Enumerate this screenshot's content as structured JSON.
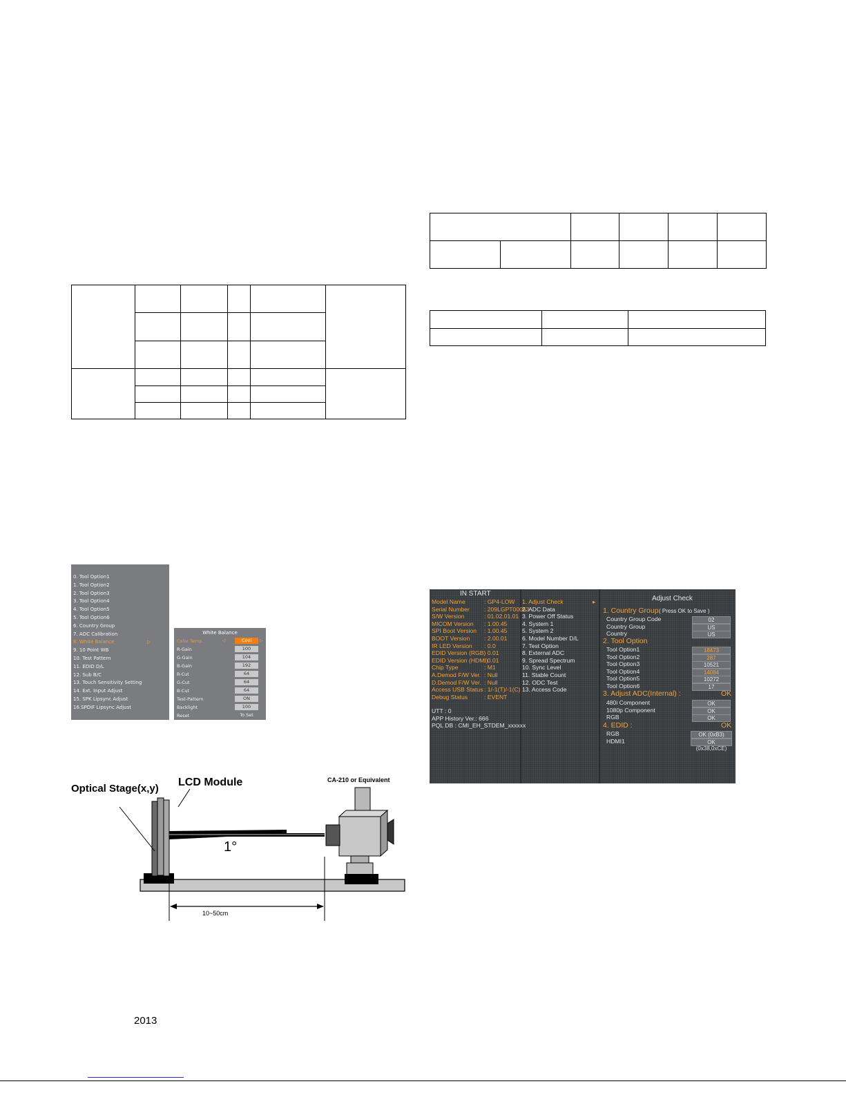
{
  "page": {
    "year": "2013"
  },
  "service_menu": {
    "items": [
      "0. Tool Option1",
      "1. Tool Option2",
      "2. Tool Option3",
      "3. Tool Option4",
      "4. Tool Option5",
      "5. Tool Option6",
      "6. Country Group",
      "7. ADC Calibration",
      "8. White Balance",
      "9. 10 Point WB",
      "10. Test Pattern",
      "11. EDID D/L",
      "12. Sub B/C",
      "13. Touch Sensitivity Setting",
      "14. Ext. Input Adjust",
      "15. SPK Lipsync Adjust",
      "16.SPDIF Lipsync Adjust"
    ],
    "selected_arrow": "▷"
  },
  "white_balance": {
    "title": "White Balance",
    "rows": [
      {
        "label": "Color Temp.",
        "value": "Cool"
      },
      {
        "label": "R-Gain",
        "value": "100"
      },
      {
        "label": "G-Gain",
        "value": "104"
      },
      {
        "label": "B-Gain",
        "value": "192"
      },
      {
        "label": "R-Cut",
        "value": "64"
      },
      {
        "label": "G-Cut",
        "value": "64"
      },
      {
        "label": "B-Cut",
        "value": "64"
      },
      {
        "label": "Test-Pattern",
        "value": "ON"
      },
      {
        "label": "Backlight",
        "value": "100"
      },
      {
        "label": "Reset",
        "value": "To Set"
      }
    ],
    "left_arrow": "◁",
    "right_arrow": "▷"
  },
  "diagram": {
    "optical_stage": "Optical Stage(x,y)",
    "lcd_module": "LCD Module",
    "meter": "CA-210 or Equivalent",
    "angle": "1°",
    "distance": "10~50cm"
  },
  "in_start": {
    "title": "IN START",
    "rows": [
      {
        "k": "Model Name",
        "v": ": GP4-LOW"
      },
      {
        "k": "Serial Number",
        "v": ": 209LGPT00053"
      },
      {
        "k": "S/W Version",
        "v": ": 01.02.01.01"
      },
      {
        "k": "MICOM Version",
        "v": ": 1.00.45"
      },
      {
        "k": "SPI Boot Version",
        "v": ": 1.00.45"
      },
      {
        "k": "BOOT Version",
        "v": ": 2.00.01"
      },
      {
        "k": "IR LED Version",
        "v": ": 0.0"
      },
      {
        "k": "EDID Version (RGB)",
        "v": ": 0.01"
      },
      {
        "k": "EDID Version (HDMI)",
        "v": ": 0.01"
      },
      {
        "k": "Chip Type",
        "v": ": M1"
      },
      {
        "k": "A.Demod F/W Ver.",
        "v": ": Null"
      },
      {
        "k": "D.Demod F/W Ver.",
        "v": ": Null"
      },
      {
        "k": "Access USB Status",
        "v": ": 1/-1(T)/-1(C)"
      },
      {
        "k": "Debug Status",
        "v": ": EVENT"
      }
    ],
    "extra": [
      "UTT : 0",
      "APP History Ver.: 666",
      "PQL DB : CMI_EH_STDEM_xxxxxx"
    ]
  },
  "menu_list": {
    "items": [
      "1. Adjust Check",
      "2. ADC Data",
      "3. Power Off Status",
      "4. System 1",
      "5. System 2",
      "6. Model Number D/L",
      "7. Test Option",
      "8. External ADC",
      "9. Spread Spectrum",
      "10. Sync Level",
      "11. Stable Count",
      "12. ODC Test",
      "13. Access Code"
    ],
    "arrow": "▸"
  },
  "adjust_check": {
    "title": "Adjust Check",
    "country_group_header": "1. Country Group",
    "country_group_note": "( Press OK to Save )",
    "country_rows": [
      {
        "k": "Country Group Code",
        "v": "02"
      },
      {
        "k": "Country Group",
        "v": "US"
      },
      {
        "k": "Country",
        "v": "US"
      }
    ],
    "tool_option_header": "2. Tool Option",
    "tool_rows": [
      {
        "k": "Tool Option1",
        "v": "18473"
      },
      {
        "k": "Tool Option2",
        "v": "287"
      },
      {
        "k": "Tool Option3",
        "v": "10521"
      },
      {
        "k": "Tool Option4",
        "v": "14084"
      },
      {
        "k": "Tool Option5",
        "v": "10272"
      },
      {
        "k": "Tool Option6",
        "v": "17"
      }
    ],
    "adc_header": "3. Adjust ADC(Internal) :",
    "adc_status": "OK",
    "adc_rows": [
      {
        "k": "480i Component",
        "v": "OK"
      },
      {
        "k": "1080p Component",
        "v": "OK"
      },
      {
        "k": "RGB",
        "v": "OK"
      }
    ],
    "edid_header": "4. EDID :",
    "edid_status": "OK",
    "edid_rows": [
      {
        "k": "RGB",
        "v": "OK (0xB3)"
      },
      {
        "k": "HDMI1",
        "v": "OK (0x38,0xCE)"
      }
    ]
  }
}
